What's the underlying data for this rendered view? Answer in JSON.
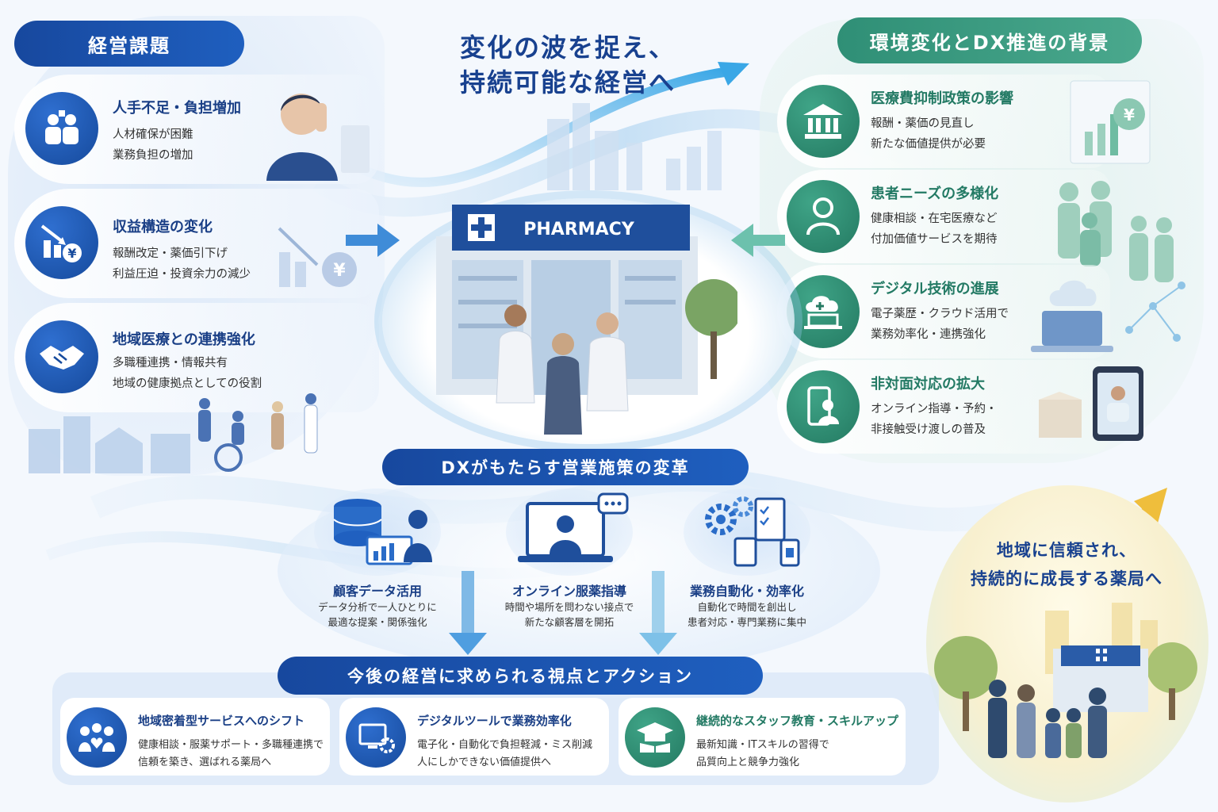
{
  "headline": {
    "line1": "変化の波を捉え、",
    "line2": "持続可能な経営へ"
  },
  "left": {
    "title": "経営課題",
    "items": [
      {
        "icon": "staff-icon",
        "title": "人手不足・負担増加",
        "lines": [
          "人材確保が困難",
          "業務負担の増加"
        ]
      },
      {
        "icon": "declining-chart-yen-icon",
        "title": "収益構造の変化",
        "lines": [
          "報酬改定・薬価引下げ",
          "利益圧迫・投資余力の減少"
        ]
      },
      {
        "icon": "handshake-icon",
        "title": "地域医療との連携強化",
        "lines": [
          "多職種連携・情報共有",
          "地域の健康拠点としての役割"
        ]
      }
    ]
  },
  "right": {
    "title": "環境変化とDX推進の背景",
    "items": [
      {
        "icon": "government-building-icon",
        "title": "医療費抑制政策の影響",
        "lines": [
          "報酬・薬価の見直し",
          "新たな価値提供が必要"
        ]
      },
      {
        "icon": "patient-person-icon",
        "title": "患者ニーズの多様化",
        "lines": [
          "健康相談・在宅医療など",
          "付加価値サービスを期待"
        ]
      },
      {
        "icon": "cloud-laptop-icon",
        "title": "デジタル技術の進展",
        "lines": [
          "電子薬歴・クラウド活用で",
          "業務効率化・連携強化"
        ]
      },
      {
        "icon": "smartphone-consult-icon",
        "title": "非対面対応の拡大",
        "lines": [
          "オンライン指導・予約・",
          "非接触受け渡しの普及"
        ]
      }
    ]
  },
  "center": {
    "pharmacy_sign": "PHARMACY"
  },
  "dx": {
    "title": "DXがもたらす営業施策の変革",
    "items": [
      {
        "icon": "database-analytics-icon",
        "title": "顧客データ活用",
        "lines": [
          "データ分析で一人ひとりに",
          "最適な提案・関係強化"
        ]
      },
      {
        "icon": "video-call-icon",
        "title": "オンライン服薬指導",
        "lines": [
          "時間や場所を問わない接点で",
          "新たな顧客層を開拓"
        ]
      },
      {
        "icon": "automation-gears-icon",
        "title": "業務自動化・効率化",
        "lines": [
          "自動化で時間を創出し",
          "患者対応・専門業務に集中"
        ]
      }
    ]
  },
  "bottom": {
    "title": "今後の経営に求められる視点とアクション",
    "items": [
      {
        "icon": "community-people-icon",
        "title": "地域密着型サービスへのシフト",
        "lines": [
          "健康相談・服薬サポート・多職種連携で",
          "信頼を築き、選ばれる薬局へ"
        ]
      },
      {
        "icon": "monitor-gear-icon",
        "title": "デジタルツールで業務効率化",
        "lines": [
          "電子化・自動化で負担軽減・ミス削減",
          "人にしかできない価値提供へ"
        ]
      },
      {
        "icon": "graduation-cap-icon",
        "title": "継続的なスタッフ教育・スキルアップ",
        "lines": [
          "最新知識・ITスキルの習得で",
          "品質向上と競争力強化"
        ]
      }
    ]
  },
  "goal": {
    "line1": "地域に信頼され、",
    "line2": "持続的に成長する薬局へ"
  },
  "colors": {
    "primary": "#17489e",
    "green": "#2f8f76",
    "accent": "#4fb3e8",
    "gold": "#f0c24a"
  }
}
